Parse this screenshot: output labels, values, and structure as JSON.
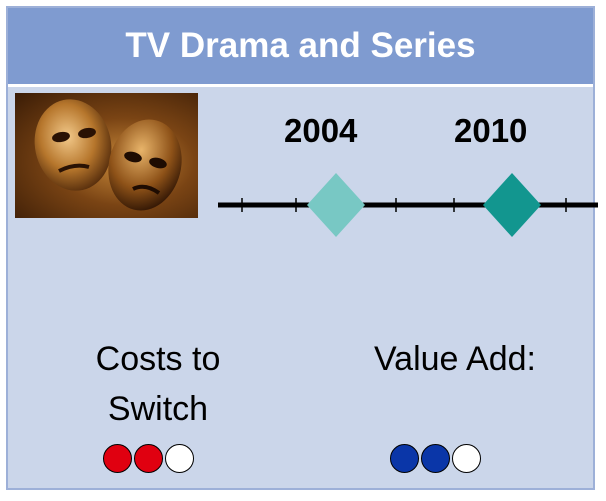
{
  "header": {
    "title": "TV Drama and Series"
  },
  "image": {
    "icon": "theater-masks-image"
  },
  "timeline": {
    "years": [
      {
        "label": "2004",
        "marker_color": "#78c8c4"
      },
      {
        "label": "2010",
        "marker_color": "#12968f"
      }
    ]
  },
  "metrics": {
    "costs_to_switch": {
      "label_line1": "Costs to",
      "label_line2": "Switch",
      "rating": 2,
      "max": 3,
      "fill_color": "#e00010"
    },
    "value_add": {
      "label": "Value Add:",
      "rating": 2,
      "max": 3,
      "fill_color": "#0a36a8"
    }
  },
  "colors": {
    "header_bg": "#7f9bd0",
    "card_bg": "#cbd6ea",
    "empty_dot": "#ffffff"
  }
}
